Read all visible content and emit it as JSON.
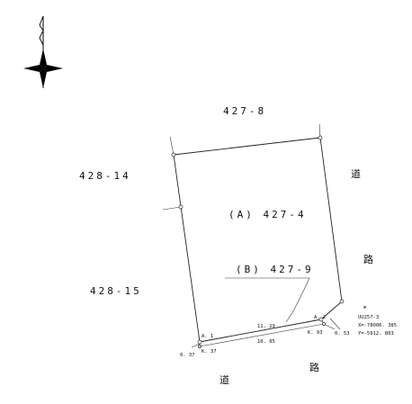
{
  "parcels": {
    "north": "427-8",
    "west_upper": "428-14",
    "west_lower": "428-15",
    "subject": "(A) 427-4",
    "handwritten": "(B) 427-9"
  },
  "road_labels": {
    "east_top": "道",
    "east_bottom": "路",
    "south_left": "道",
    "south_right": "路"
  },
  "points": {
    "a1": "A. 1",
    "a2": "A. 2"
  },
  "dimensions": {
    "top_length": "11. 29",
    "bottom_length": "10. 85",
    "k37": "K. 37",
    "k93": "K. 93",
    "left_offset": "0. 37",
    "right_offset": "0. 53"
  },
  "benchmark": {
    "symbol": "⊗",
    "id": "UU257-3",
    "x": "X=-78006. 385",
    "y": "Y=-5912. 803"
  }
}
